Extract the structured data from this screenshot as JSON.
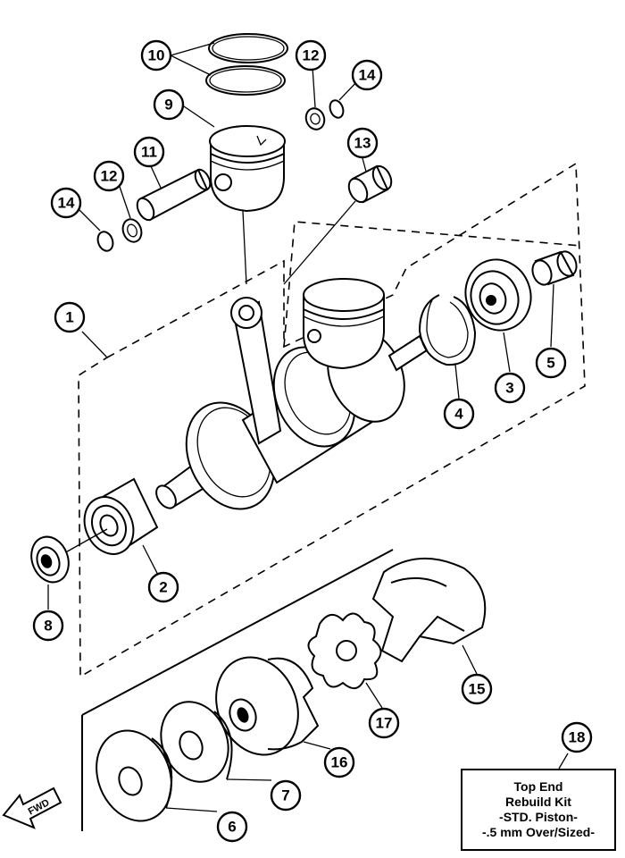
{
  "callouts": [
    {
      "label": "1"
    },
    {
      "label": "2"
    },
    {
      "label": "3"
    },
    {
      "label": "4"
    },
    {
      "label": "5"
    },
    {
      "label": "6"
    },
    {
      "label": "7"
    },
    {
      "label": "8"
    },
    {
      "label": "9"
    },
    {
      "label": "10"
    },
    {
      "label": "11"
    },
    {
      "label": "12"
    },
    {
      "label": "12"
    },
    {
      "label": "13"
    },
    {
      "label": "14"
    },
    {
      "label": "14"
    },
    {
      "label": "15"
    },
    {
      "label": "16"
    },
    {
      "label": "17"
    },
    {
      "label": "18"
    }
  ],
  "fwd_arrow": {
    "text": "FWD"
  },
  "kit_box": {
    "line1": "Top End",
    "line2": "Rebuild Kit",
    "line3": "-STD. Piston-",
    "line4": "-.5 mm Over/Sized-"
  }
}
